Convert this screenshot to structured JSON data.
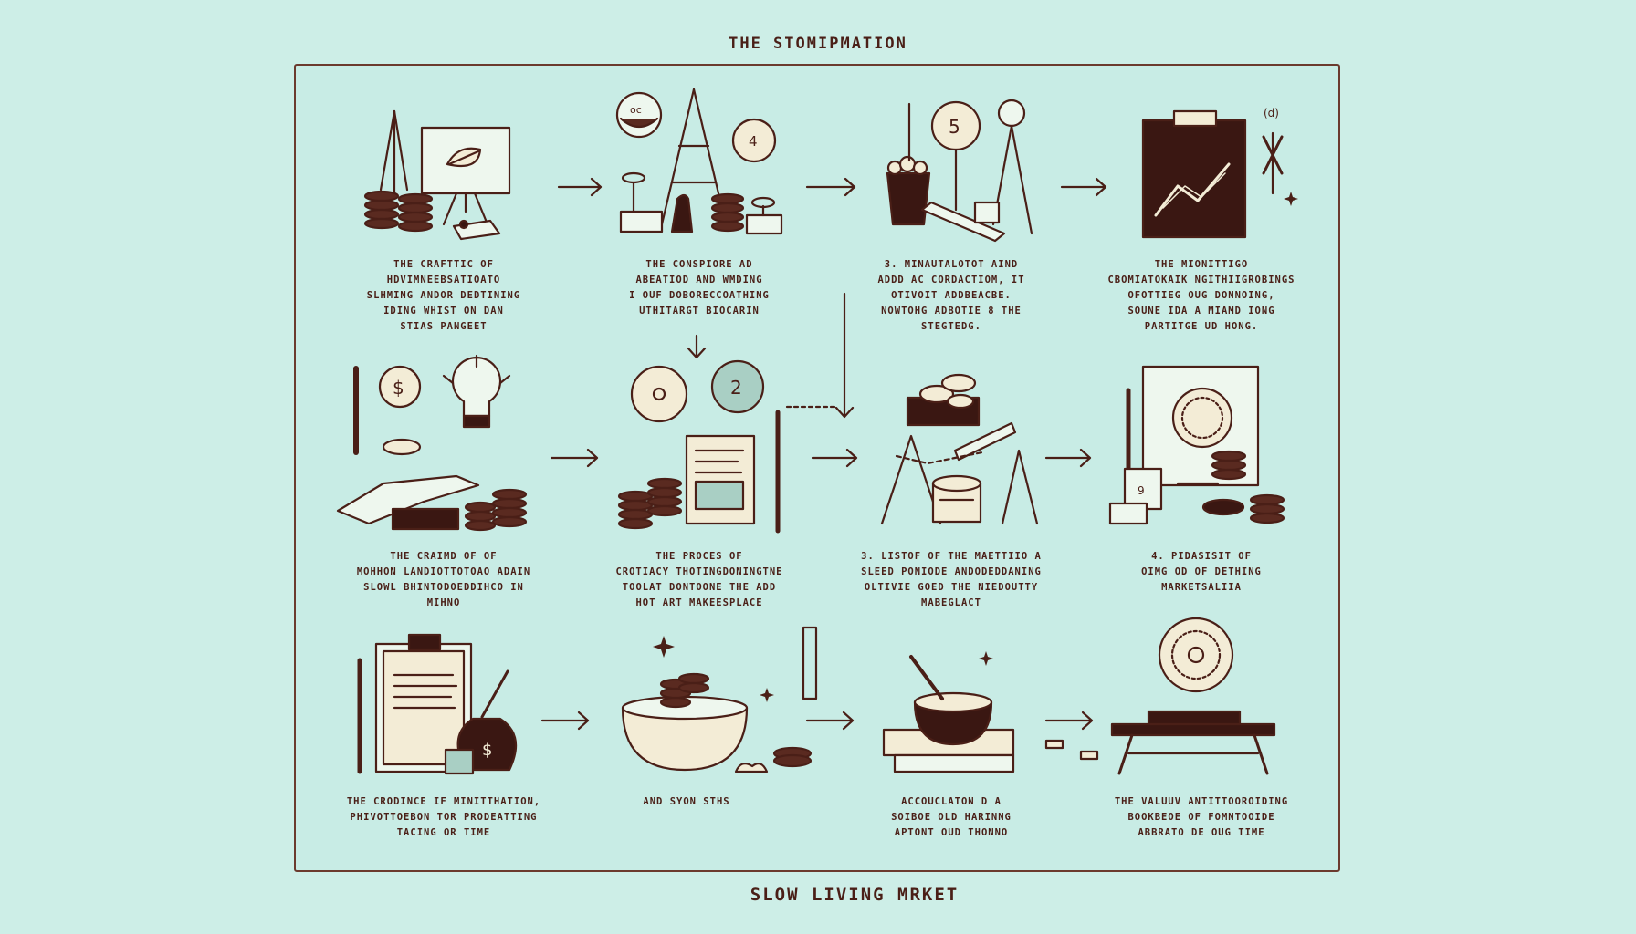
{
  "title": "THE STOMIPMATION",
  "footer": "SLOW LIVING MRKET",
  "colors": {
    "background": "#cdeee7",
    "ink": "#4a1f17",
    "paper": "#f3ecd6",
    "dark": "#3a1712"
  },
  "steps": [
    {
      "icon": "easel-coins-icon",
      "lines": [
        "THE CRAFTTIC OF",
        "HDVIMNEEBSATIOATO",
        "SLHMING ANDOR DEDTINING",
        "IDING WHIST ON DAN",
        "STIAS PANGEET"
      ]
    },
    {
      "icon": "ladder-coins-icon",
      "lines": [
        "THE CONSPIORE AD",
        "ABEATIOD AND WMDING",
        "I OUF DOBORECCOATHING",
        "UTHITARGT BIOCARIN"
      ]
    },
    {
      "icon": "cup-scale-icon",
      "lines": [
        "3. MINAUTALOTOT AIND",
        "ADDD AC CORDACTIOM, IT",
        "OTIVOIT ADDBEACBE.",
        "NOWTOHG ADBOTIE 8  THE",
        "STEGTEDG."
      ]
    },
    {
      "icon": "growth-chart-icon",
      "lines": [
        "THE MIONITTIGO",
        "CBOMIATOKAIK NGITHIIGROBINGS",
        "OFOTTIEG OUG DONNOING,",
        "SOUNE IDA A MIAMD IONG",
        "PARTITGE UD  HONG."
      ]
    },
    {
      "icon": "lightbulb-coins-icon",
      "lines": [
        "THE CRAIMD OF OF",
        "MOHHON LANDIOTTOTOAO ADAIN",
        "SLOWL BHINTODOEDDIHCO IN",
        "MIHNO"
      ]
    },
    {
      "icon": "numbered-discs-icon",
      "lines": [
        "THE PROCES   OF",
        "CROTIACY THOTINGDONINGTNE",
        "TOOLAT DONTOONE THE ADD",
        "HOT ART MAKEESPLACE"
      ]
    },
    {
      "icon": "coins-triangles-icon",
      "lines": [
        "3. LISTOF OF THE MAETTIIO A",
        "SLEED PONIODE ANDODEDDANING",
        "OLTIVIE GOED THE NIEDOUTTY",
        "MABEGLACT"
      ]
    },
    {
      "icon": "framed-medallion-icon",
      "lines": [
        "4. PIDASISIT OF",
        "OIMG OD OF DETHING",
        "MARKETSALIIA"
      ]
    },
    {
      "icon": "clipboard-moneybag-icon",
      "lines": [
        "THE CRODINCE IF MINITTHATION,",
        "PHIVOTTOEBON TOR PRODEATTING",
        "TACING OR TIME"
      ]
    },
    {
      "icon": "coin-bowl-icon",
      "lines": [
        "AND SYON  STHS"
      ]
    },
    {
      "icon": "bowl-books-icon",
      "lines": [
        "ACCOUCLATON D A",
        "SOIBOE OLD HARINNG",
        "APTONT OUD THONNO"
      ]
    },
    {
      "icon": "market-table-icon",
      "lines": [
        "THE VALUUV ANTITTOOROIDING",
        "BOOKBEOE OF FOMNTOOIDE",
        "ABBRATO DE OUG TIME"
      ]
    }
  ]
}
